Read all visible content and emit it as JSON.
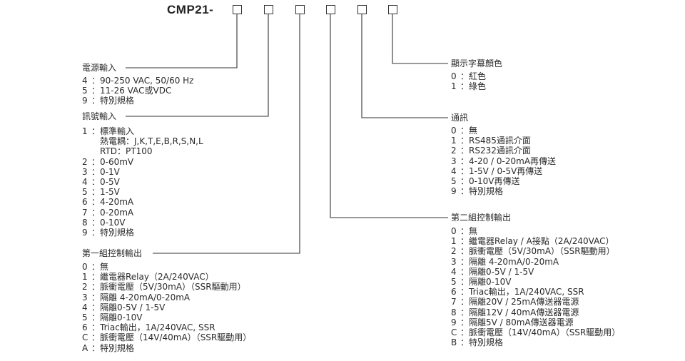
{
  "model": {
    "code": "CMP21-"
  },
  "groups": {
    "power": {
      "title": "電源輸入",
      "items": [
        {
          "code": "4",
          "label": "90-250 VAC, 50/60 Hz"
        },
        {
          "code": "5",
          "label": "11-26 VAC或VDC"
        },
        {
          "code": "9",
          "label": "特別規格"
        }
      ]
    },
    "input": {
      "title": "訊號輸入",
      "items": [
        {
          "code": "1",
          "label": "標準輸入"
        },
        {
          "code": "",
          "label": "熱電耦：J,K,T,E,B,R,S,N,L"
        },
        {
          "code": "",
          "label": "RTD：PT100"
        },
        {
          "code": "2",
          "label": "0-60mV"
        },
        {
          "code": "3",
          "label": "0-1V"
        },
        {
          "code": "4",
          "label": "0-5V"
        },
        {
          "code": "5",
          "label": "1-5V"
        },
        {
          "code": "6",
          "label": "4-20mA"
        },
        {
          "code": "7",
          "label": "0-20mA"
        },
        {
          "code": "8",
          "label": "0-10V"
        },
        {
          "code": "9",
          "label": "特別規格"
        }
      ]
    },
    "output1": {
      "title": "第一組控制輸出",
      "items": [
        {
          "code": "0",
          "label": "無"
        },
        {
          "code": "1",
          "label": "繼電器Relay（2A/240VAC）"
        },
        {
          "code": "2",
          "label": "脈衝電壓（5V/30mA）（SSR驅動用）"
        },
        {
          "code": "3",
          "label": "隔離 4-20mA/0-20mA"
        },
        {
          "code": "4",
          "label": "隔離0-5V / 1-5V"
        },
        {
          "code": "5",
          "label": "隔離0-10V"
        },
        {
          "code": "6",
          "label": "Triac輸出，1A/240VAC, SSR"
        },
        {
          "code": "C",
          "label": "脈衝電壓（14V/40mA）（SSR驅動用）"
        },
        {
          "code": "A",
          "label": "特別規格"
        }
      ]
    },
    "display": {
      "title": "顯示字幕顏色",
      "items": [
        {
          "code": "0",
          "label": "紅色"
        },
        {
          "code": "1",
          "label": "綠色"
        }
      ]
    },
    "comm": {
      "title": "通訊",
      "items": [
        {
          "code": "0",
          "label": "無"
        },
        {
          "code": "1",
          "label": "RS485通訊介面"
        },
        {
          "code": "2",
          "label": "RS232通訊介面"
        },
        {
          "code": "3",
          "label": "4-20 / 0-20mA再傳送"
        },
        {
          "code": "4",
          "label": "1-5V / 0-5V再傳送"
        },
        {
          "code": "5",
          "label": "0-10V再傳送"
        },
        {
          "code": "9",
          "label": "特別規格"
        }
      ]
    },
    "output2": {
      "title": "第二組控制輸出",
      "items": [
        {
          "code": "0",
          "label": "無"
        },
        {
          "code": "1",
          "label": "繼電器Relay / A接點（2A/240VAC）"
        },
        {
          "code": "2",
          "label": "脈衝電壓（5V/30mA）（SSR驅動用）"
        },
        {
          "code": "3",
          "label": "隔離 4-20mA/0-20mA"
        },
        {
          "code": "4",
          "label": "隔離0-5V / 1-5V"
        },
        {
          "code": "5",
          "label": "隔離0-10V"
        },
        {
          "code": "6",
          "label": "Triac輸出，1A/240VAC, SSR"
        },
        {
          "code": "7",
          "label": "隔離20V / 25mA傳送器電源"
        },
        {
          "code": "8",
          "label": "隔離12V / 40mA傳送器電源"
        },
        {
          "code": "9",
          "label": "隔離5V / 80mA傳送器電源"
        },
        {
          "code": "C",
          "label": "脈衝電壓（14V/40mA）（SSR驅動用）"
        },
        {
          "code": "B",
          "label": "特別規格"
        }
      ]
    }
  }
}
